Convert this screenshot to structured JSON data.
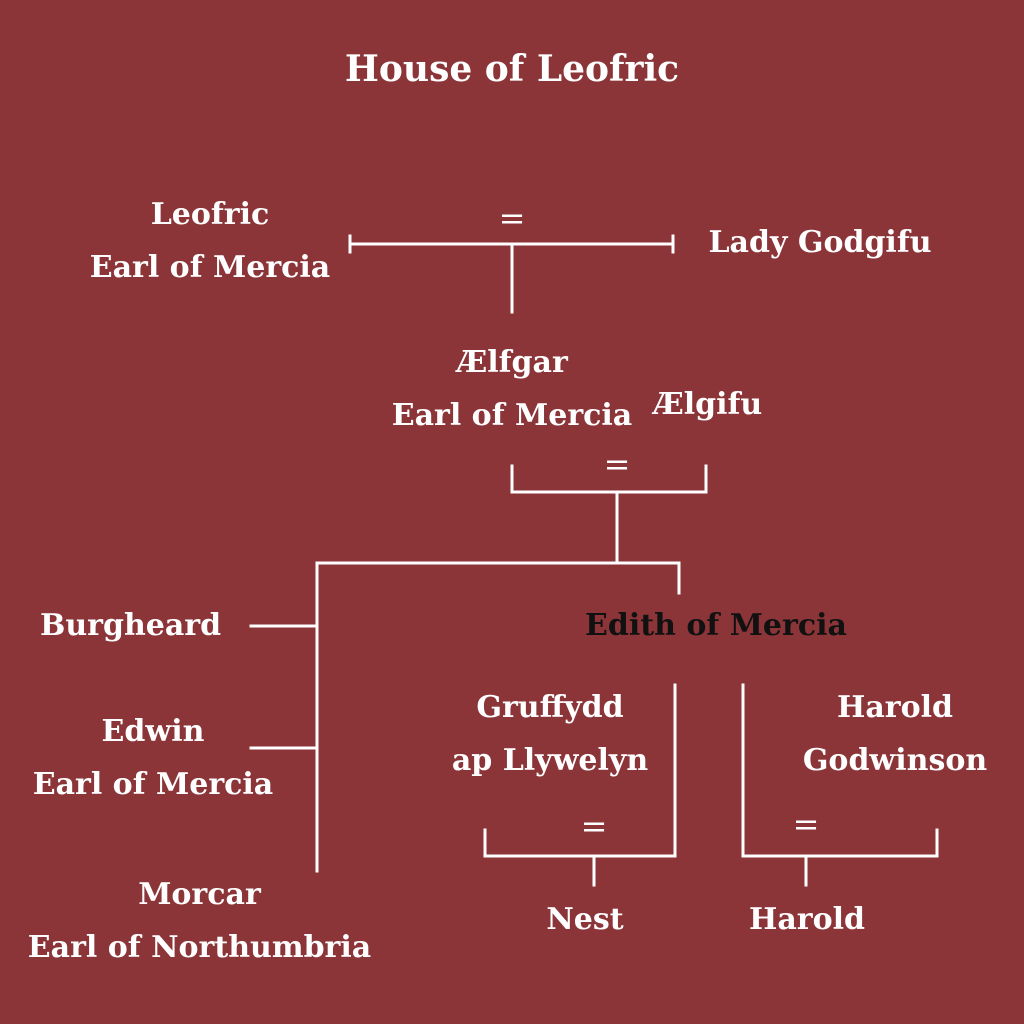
{
  "title": "House of Leofric",
  "marriage_symbol": "=",
  "people": {
    "leofric": {
      "name": "Leofric",
      "title": "Earl of Mercia"
    },
    "godgifu": {
      "name": "Lady Godgifu"
    },
    "aelfgar": {
      "name": "Ælfgar",
      "title": "Earl of Mercia"
    },
    "aelgifu": {
      "name": "Ælgifu"
    },
    "burgheard": {
      "name": "Burgheard"
    },
    "edwin": {
      "name": "Edwin",
      "title": "Earl of Mercia"
    },
    "morcar": {
      "name": "Morcar",
      "title": "Earl of Northumbria"
    },
    "edith": {
      "name": "Edith of Mercia"
    },
    "gruffydd": {
      "name": "Gruffydd",
      "title": "ap Llywelyn"
    },
    "harold_godwinson": {
      "name": "Harold",
      "title": "Godwinson"
    },
    "nest": {
      "name": "Nest"
    },
    "harold": {
      "name": "Harold"
    }
  },
  "colors": {
    "background": "#8b3539",
    "text": "#ffffff",
    "highlight_text": "#111111"
  }
}
